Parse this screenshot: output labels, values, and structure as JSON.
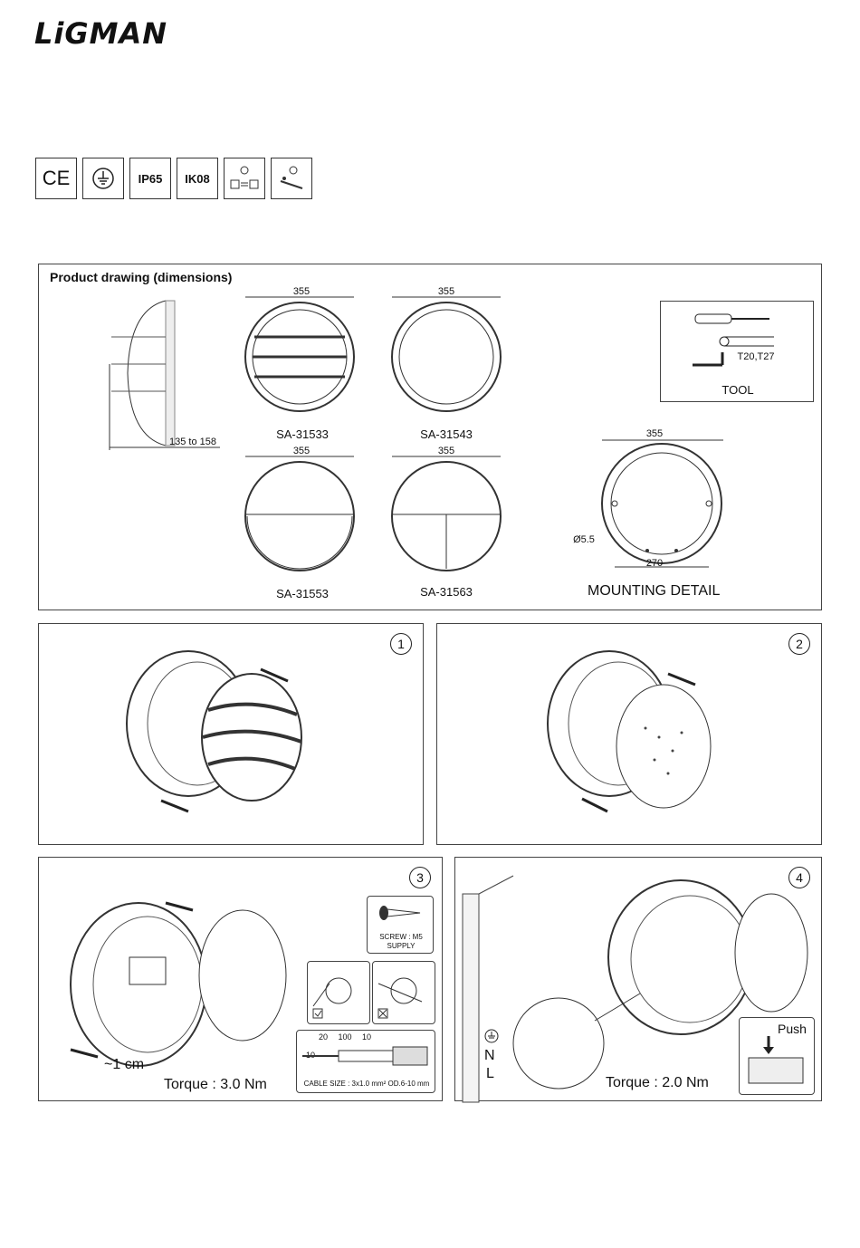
{
  "brand": {
    "logo": "LiGMAN"
  },
  "badges": [
    "CE",
    "earth-icon",
    "IP65",
    "IK08",
    "lamp-swap-icon",
    "dimming-icon"
  ],
  "badge_text": {
    "ip": "IP65",
    "ik": "IK08",
    "ce": "CE"
  },
  "product_panel": {
    "title": "Product drawing (dimensions)",
    "side_dim": "135 to 158",
    "models": [
      {
        "code": "SA-31533",
        "width": "355"
      },
      {
        "code": "SA-31543",
        "width": "355"
      },
      {
        "code": "SA-31553",
        "width": "355"
      },
      {
        "code": "SA-31563",
        "width": "355"
      }
    ],
    "tool": {
      "label": "TOOL",
      "bits": "T20,T27"
    },
    "mounting": {
      "label": "MOUNTING DETAIL",
      "width": "355",
      "hole_spacing": "270",
      "hole_dia": "Ø5.5"
    }
  },
  "steps": [
    {
      "num": "1"
    },
    {
      "num": "2"
    },
    {
      "num": "3",
      "torque": "Torque : 3.0 Nm",
      "strip": "~1 cm",
      "screw": "SCREW : M5",
      "supply": "SUPPLY",
      "cable": "CABLE SIZE : 3x1.0 mm² OD.6-10 mm",
      "dims": [
        "20",
        "100",
        "10",
        "10"
      ]
    },
    {
      "num": "4",
      "torque": "Torque : 2.0 Nm",
      "push": "Push",
      "terminals": [
        "N",
        "L"
      ]
    }
  ]
}
